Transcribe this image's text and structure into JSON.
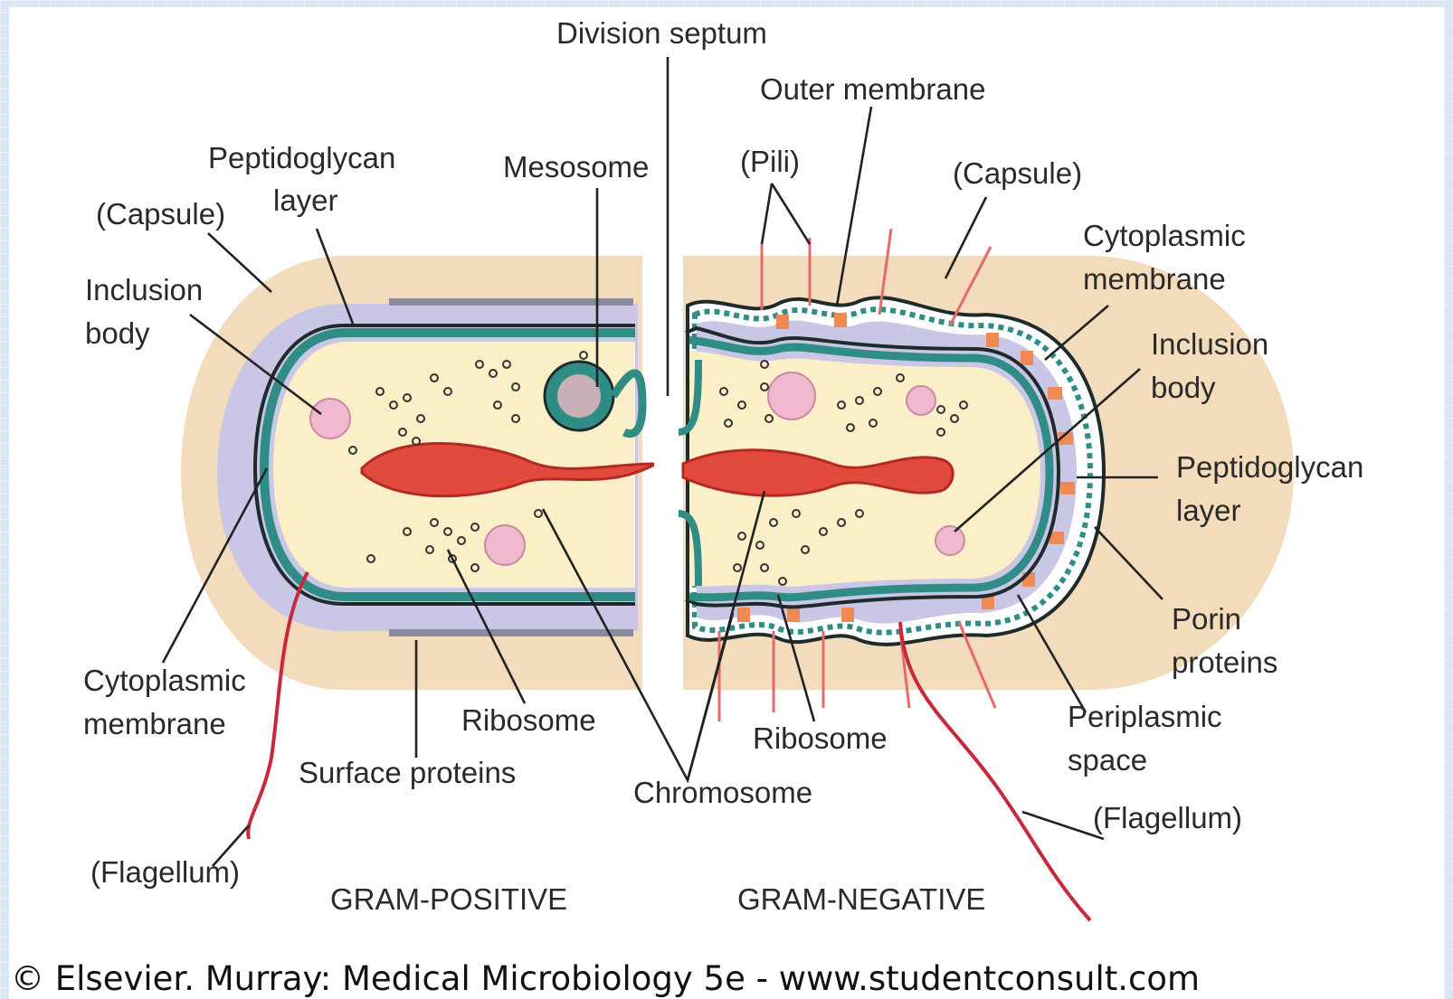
{
  "labels": {
    "division_septum": "Division septum",
    "outer_membrane": "Outer membrane",
    "peptidoglycan_layer_left_1": "Peptidoglycan",
    "peptidoglycan_layer_left_2": "layer",
    "mesosome": "Mesosome",
    "pili": "(Pili)",
    "capsule_right": "(Capsule)",
    "capsule_left": "(Capsule)",
    "cytoplasmic_membrane_right_1": "Cytoplasmic",
    "cytoplasmic_membrane_right_2": "membrane",
    "inclusion_body_left_1": "Inclusion",
    "inclusion_body_left_2": "body",
    "inclusion_body_right_1": "Inclusion",
    "inclusion_body_right_2": "body",
    "peptidoglycan_layer_right_1": "Peptidoglycan",
    "peptidoglycan_layer_right_2": "layer",
    "porin_proteins_1": "Porin",
    "porin_proteins_2": "proteins",
    "cytoplasmic_membrane_left_1": "Cytoplasmic",
    "cytoplasmic_membrane_left_2": "membrane",
    "ribosome_left": "Ribosome",
    "ribosome_right": "Ribosome",
    "periplasmic_space_1": "Periplasmic",
    "periplasmic_space_2": "space",
    "surface_proteins": "Surface proteins",
    "chromosome": "Chromosome",
    "flagellum_right": "(Flagellum)",
    "flagellum_left": "(Flagellum)",
    "gram_positive": "GRAM-POSITIVE",
    "gram_negative": "GRAM-NEGATIVE"
  },
  "footer": {
    "copyright": "© Elsevier. Murray: Medical Microbiology 5e - www.studentconsult.com"
  },
  "colors": {
    "capsule": "#f3dcbc",
    "peptidoglycan": "#c9c6e6",
    "membrane": "#2f8d86",
    "cytoplasm": "#fbefc8",
    "chromosome": "#e14a3c",
    "inclusion_body": "#f0b9cf",
    "porin": "#f08a55",
    "flagellum": "#c8283a"
  }
}
